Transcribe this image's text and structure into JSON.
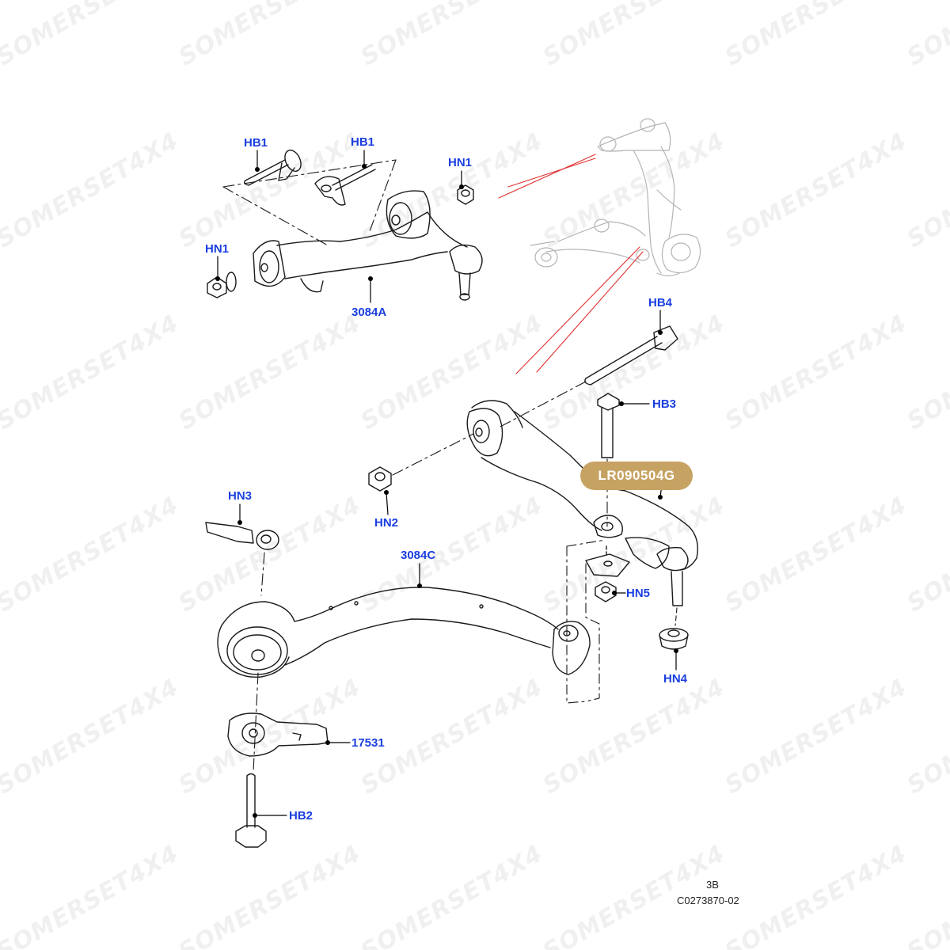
{
  "watermark": "SOMERSET4X4",
  "part_badge": {
    "label": "LR090504G",
    "color": "#c6a363"
  },
  "callouts": {
    "hb1_a": "HB1",
    "hb1_b": "HB1",
    "hn1_a": "HN1",
    "hn1_b": "HN1",
    "upper_arm": "3084A",
    "hb4": "HB4",
    "hb3": "HB3",
    "hn2": "HN2",
    "hn3": "HN3",
    "lower_arm": "3084C",
    "hn5": "HN5",
    "hn4": "HN4",
    "bracket": "17531",
    "hb2": "HB2"
  },
  "footer": {
    "page_ref": "3B",
    "illustration_code": "C0273870-02"
  },
  "colors": {
    "callout": "#1a3fe0",
    "leader": "#000000",
    "reference_line": "#e03030",
    "ghost_line": "#b4b4b4"
  }
}
